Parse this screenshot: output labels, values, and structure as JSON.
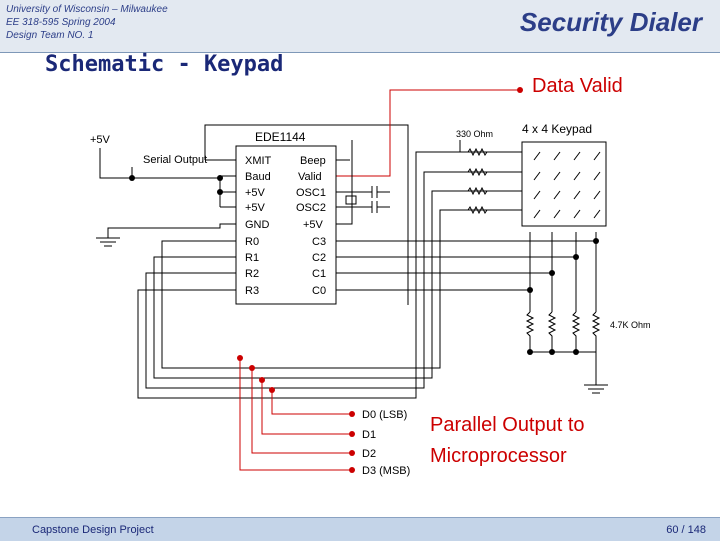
{
  "header": {
    "line1": "University of Wisconsin – Milwaukee",
    "line2": "EE 318-595 Spring 2004",
    "line3": "Design Team NO. 1",
    "deck_title": "Security Dialer"
  },
  "slide": {
    "title": "Schematic - Keypad"
  },
  "schematic": {
    "data_valid": "Data Valid",
    "supply": "+5V",
    "serial_output": "Serial Output",
    "chip_name": "EDE1144",
    "chip_left_pins": [
      "XMIT",
      "Baud",
      "+5V",
      "+5V",
      "GND",
      "R0",
      "R1",
      "R2",
      "R3"
    ],
    "chip_right_pins": [
      "Beep",
      "Valid",
      "OSC1",
      "OSC2",
      "+5V",
      "C3",
      "C2",
      "C1",
      "C0"
    ],
    "resistor_top": "330 Ohm",
    "keypad_label": "4 x 4 Keypad",
    "resistor_bottom": "4.7K Ohm",
    "outputs": [
      "D0 (LSB)",
      "D1",
      "D2",
      "D3 (MSB)"
    ],
    "parallel_line1": "Parallel Output to",
    "parallel_line2": "Microprocessor",
    "colors": {
      "wire": "#000000",
      "signal": "#cc0000"
    }
  },
  "footer": {
    "left": "Capstone Design Project",
    "page": "60 / 148"
  }
}
